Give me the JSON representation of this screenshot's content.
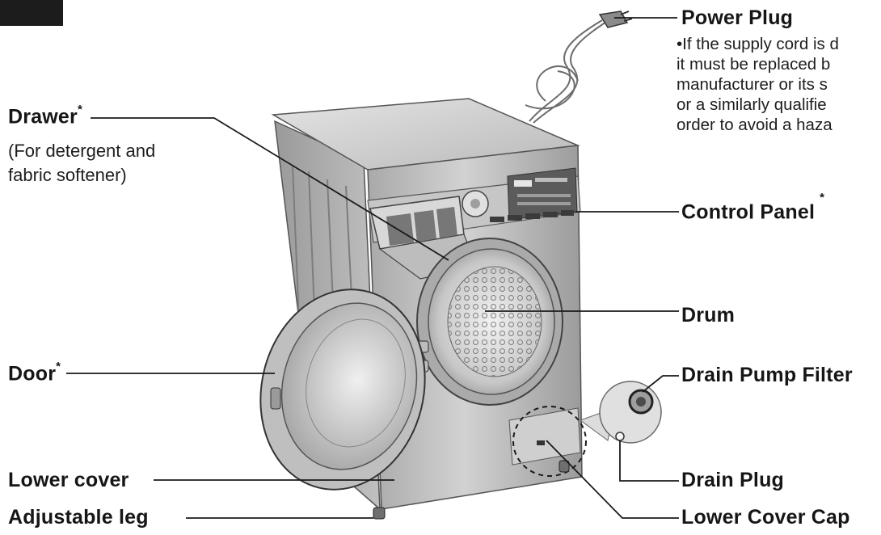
{
  "labels": {
    "power_plug": "Power Plug",
    "power_plug_note": [
      "•If the supply cord is d",
      " it must be replaced b",
      " manufacturer or its s",
      " or a similarly qualifie",
      " order to avoid a haza"
    ],
    "drawer": "Drawer",
    "drawer_sub_1": "(For detergent and",
    "drawer_sub_2": "fabric softener)",
    "control_panel": "Control Panel",
    "drum": "Drum",
    "door": "Door",
    "drain_pump_filter": "Drain Pump Filter",
    "drain_plug": "Drain Plug",
    "lower_cover": "Lower cover",
    "lower_cover_cap": "Lower Cover Cap",
    "adjustable_leg": "Adjustable  leg",
    "asterisk": "*"
  },
  "colors": {
    "machine_top": "#c9c9c9",
    "machine_front": "#b4b4b4",
    "machine_side": "#8e8e8e",
    "drum_glass": "#d6d6d6",
    "leader_lines": "#1a1a1a"
  }
}
